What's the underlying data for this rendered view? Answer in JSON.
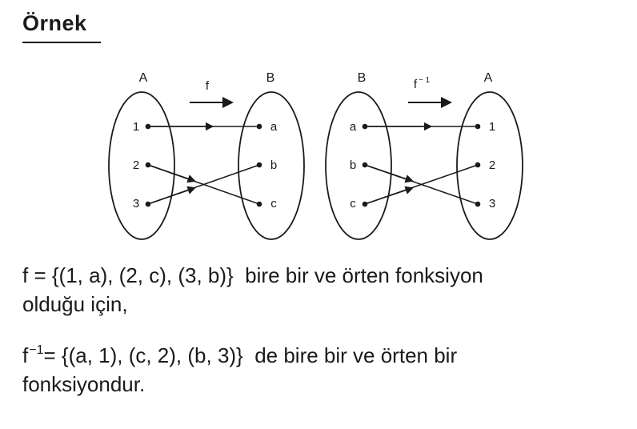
{
  "heading": "Örnek",
  "diagram1": {
    "left_label": "A",
    "right_label": "B",
    "function_label": "f",
    "left_elements": [
      "1",
      "2",
      "3"
    ],
    "right_elements": [
      "a",
      "b",
      "c"
    ]
  },
  "diagram2": {
    "left_label": "B",
    "right_label": "A",
    "function_label": "f",
    "function_exponent": "− 1",
    "left_elements": [
      "a",
      "b",
      "c"
    ],
    "right_elements": [
      "1",
      "2",
      "3"
    ]
  },
  "paragraph1": {
    "formula": "f = {(1, a), (2, c), (3, b)}",
    "text_line1": "bire bir ve örten fonksiyon",
    "text_line2": "olduğu için,"
  },
  "paragraph2": {
    "f": "f",
    "exponent": "−1",
    "formula": "= {(a, 1), (c, 2), (b, 3)}",
    "text_line1": "de bire bir ve örten bir",
    "text_line2": "fonksiyondur."
  }
}
